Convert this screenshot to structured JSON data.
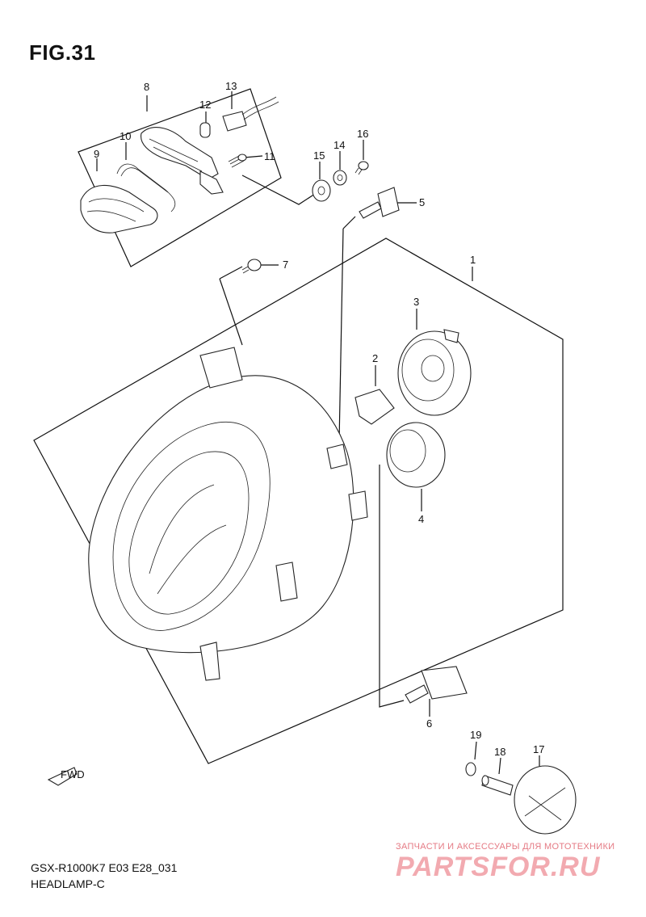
{
  "figure": {
    "title": "FIG.31",
    "model_code": "GSX-R1000K7 E03 E28_031",
    "section_name": "HEADLAMP-C"
  },
  "callouts": [
    {
      "label": "1"
    },
    {
      "label": "2"
    },
    {
      "label": "3"
    },
    {
      "label": "4"
    },
    {
      "label": "5"
    },
    {
      "label": "6"
    },
    {
      "label": "7"
    },
    {
      "label": "8"
    },
    {
      "label": "9"
    },
    {
      "label": "10"
    },
    {
      "label": "11"
    },
    {
      "label": "12"
    },
    {
      "label": "13"
    },
    {
      "label": "14"
    },
    {
      "label": "15"
    },
    {
      "label": "16"
    },
    {
      "label": "17"
    },
    {
      "label": "18"
    },
    {
      "label": "19"
    }
  ],
  "direction_marker": {
    "text": "FWD"
  },
  "watermark": {
    "tagline": "ЗАПЧАСТИ И АКСЕССУАРЫ ДЛЯ МОТОТЕХНИКИ",
    "logo": "PARTSFOR.RU"
  }
}
